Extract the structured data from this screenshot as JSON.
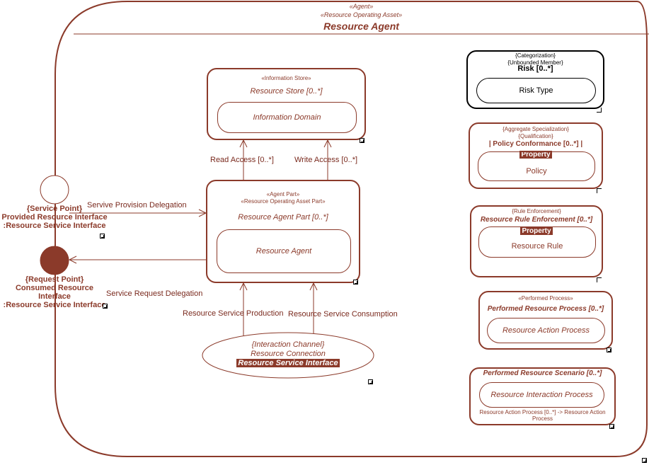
{
  "outer": {
    "stereo1": "«Agent»",
    "stereo2": "«Resource Operating Asset»",
    "title": "Resource Agent"
  },
  "info_store": {
    "stereo": "«Information Store»",
    "title": "Resource Store [0..*]",
    "inner": "Information Domain"
  },
  "agent_part": {
    "stereo1": "«Agent Part»",
    "stereo2": "«Resource Operating Asset Part»",
    "title": "Resource Agent Part [0..*]",
    "inner": "Resource Agent"
  },
  "interaction": {
    "stereo": "{Interaction Channel}",
    "title": "Resource Connection",
    "tag": "Resource Service Interface"
  },
  "service_point": {
    "line1": "{Service Point}",
    "line2": "Provided Resource Interface",
    "line3": ":Resource Service Interface"
  },
  "request_point": {
    "line1": "{Request Point}",
    "line2": "Consumed Resource Interface",
    "line3": ":Resource Service Interface"
  },
  "edges": {
    "read_access": "Read Access [0..*]",
    "write_access": "Write Access [0..*]",
    "provision": "Servive Provision Delegation",
    "request": "Service Request Delegation",
    "production": "Resource Service Production",
    "consumption": "Resource Service Consumption"
  },
  "risk": {
    "stereo1": "{Categorization}",
    "stereo2": "{Unbounded Member}",
    "title": "Risk [0..*]",
    "inner": "Risk Type"
  },
  "policy": {
    "stereo1": "{Aggregate Specialization}",
    "stereo2": "{Qualification}",
    "title": "| Policy Conformance [0..*] |",
    "tag": "Property",
    "inner": "Policy"
  },
  "rule": {
    "stereo": "{Rule Enforcement}",
    "title": "Resource Rule Enforcement [0..*]",
    "tag": "Property",
    "inner": "Resource Rule"
  },
  "process": {
    "stereo": "«Performed Process»",
    "title": "Performed Resource Process [0..*]",
    "inner": "Resource Action Process"
  },
  "scenario": {
    "title": "Performed Resource Scenario [0..*]",
    "inner": "Resource Interaction Process",
    "note": "Resource Action Process [0..*] -> Resource Action Process"
  }
}
